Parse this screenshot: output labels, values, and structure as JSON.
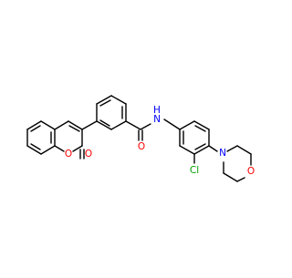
{
  "molecule": {
    "atom_labels": {
      "nh": "N",
      "h": "H",
      "amide_o": "O",
      "ring_o": "O",
      "carbonyl_o": "O",
      "cl": "Cl",
      "morph_n": "N",
      "morph_o": "O"
    }
  },
  "colors": {
    "bond": "#000000",
    "oxygen": "#ff0000",
    "nitrogen": "#0000ff",
    "chlorine": "#00a000",
    "background": "#ffffff"
  }
}
